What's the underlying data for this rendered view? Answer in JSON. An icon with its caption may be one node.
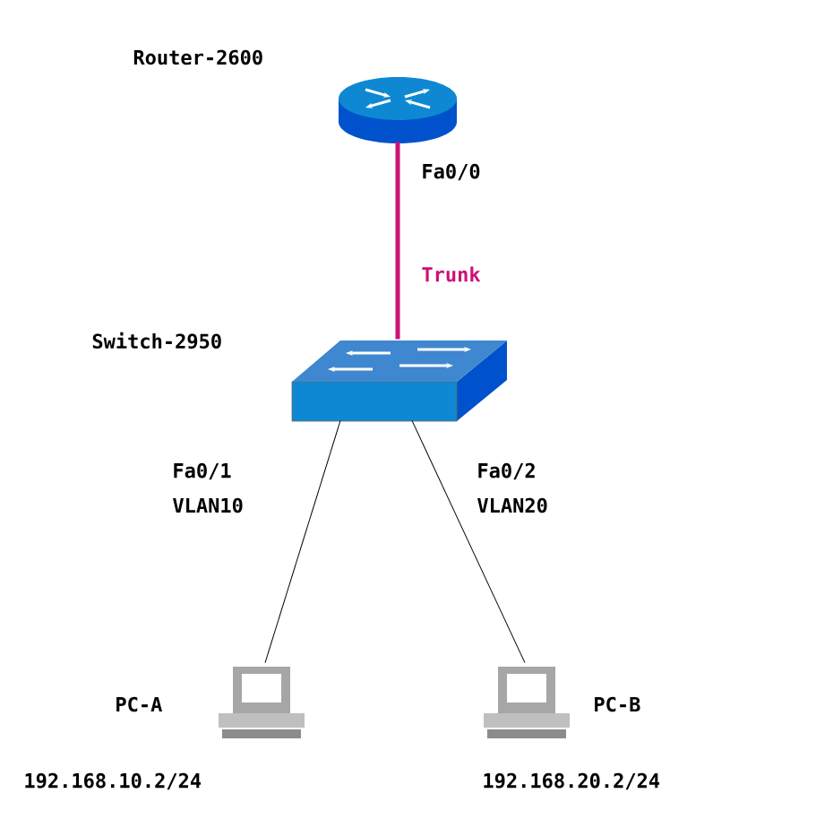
{
  "diagram": {
    "nodes": [
      {
        "text": [],
        "shape": "picture",
        "beside": [
          "Router-2600"
        ]
      },
      {
        "text": [],
        "shape": "picture",
        "beside": [
          "Switch-2950"
        ]
      },
      {
        "text": [],
        "shape": "picture",
        "beside": [
          "PC-A",
          "192.168.10.2/24"
        ]
      },
      {
        "text": [],
        "shape": "picture",
        "beside": [
          "PC-B",
          "192.168.20.2/24"
        ]
      }
    ],
    "edges": [
      {
        "from": 0,
        "to": 1,
        "arrow": "none",
        "label": "Trunk",
        "style": "thick",
        "color": "#cc1177"
      },
      {
        "from": 1,
        "to": 2,
        "arrow": "none"
      },
      {
        "from": 1,
        "to": 3,
        "arrow": "none"
      }
    ],
    "labels": [
      "Fa0/0",
      "Fa0/1",
      "VLAN10",
      "Fa0/2",
      "VLAN20"
    ]
  }
}
